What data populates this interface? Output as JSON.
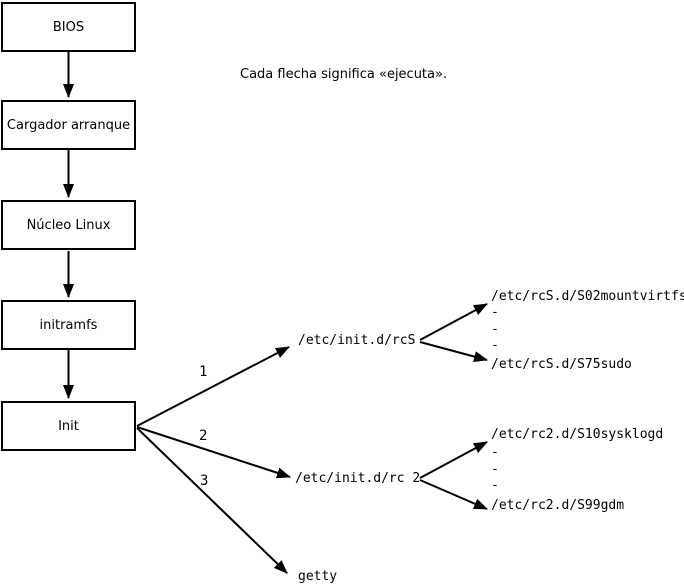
{
  "note": "Cada flecha significa «ejecuta».",
  "boxes": {
    "bios": "BIOS",
    "bootloader": "Cargador arranque",
    "kernel": "Núcleo Linux",
    "initramfs": "initramfs",
    "init": "Init"
  },
  "arrow_labels": {
    "rcs": "1",
    "rc2": "2",
    "getty": "3"
  },
  "scripts": {
    "rcs": "/etc/init.d/rcS",
    "rc2": "/etc/init.d/rc 2",
    "getty": "getty"
  },
  "rcs_children": {
    "first": "/etc/rcS.d/S02mountvirtfs",
    "dots": [
      "-",
      "-",
      "-"
    ],
    "last": "/etc/rcS.d/S75sudo"
  },
  "rc2_children": {
    "first": "/etc/rc2.d/S10sysklogd",
    "dots": [
      "-",
      "-",
      "-"
    ],
    "last": "/etc/rc2.d/S99gdm"
  },
  "colors": {
    "background": "#ffffff",
    "line": "#000000",
    "text": "#000000"
  }
}
